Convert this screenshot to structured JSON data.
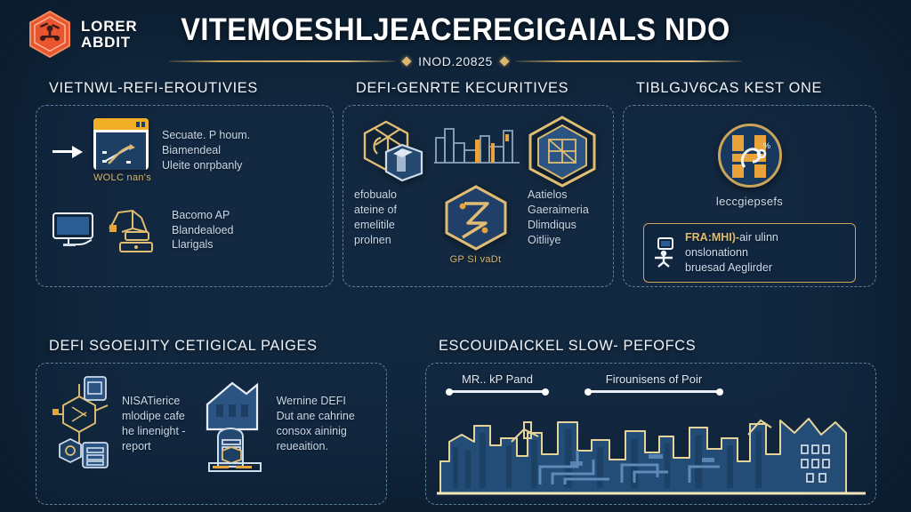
{
  "brand": {
    "line1": "LORER",
    "line2": "ABDIT",
    "logo_icon": "hexagon-logo-icon",
    "accent": "#e8552f"
  },
  "header": {
    "title": "VITEMOESHLJEACEREGIGAIALS NDO",
    "subtitle": "INOD.20825",
    "rule_color": "#c9a45a"
  },
  "theme": {
    "bg": "#12283f",
    "panel_border": "#5d7f9e",
    "gold": "#c9a45a",
    "text": "#dfe8f2"
  },
  "panels": [
    {
      "id": "panel-one",
      "title": "VIETNWL-REFI-EROUTIVIES",
      "items": [
        {
          "icon": "arrow-right-icon",
          "figure": "browser-chart-icon",
          "caption": "WOLC nan's",
          "text": "Secuate. P houm.\nBiamendeal\nUleite onrpbanly"
        },
        {
          "icon": "monitor-icon",
          "figure": "robot-arm-icon",
          "caption": "",
          "text": "Bacomo AP\nBlandealoed\nLlarigals"
        }
      ]
    },
    {
      "id": "panel-two",
      "title": "DEFI-GENRTE KECURITIVES",
      "figures": [
        "hexagon-crane-icon",
        "factory-skyline-icon",
        "hexagon-cube-icon",
        "hexagon-bolt-icon"
      ],
      "left_text": "efobualo\nateine of\nemelitile\nprolnen",
      "center_caption": "GP SI vaDt",
      "right_text": "Aatielos\nGaeraimeria\nDlimdiqus\nOitliiye"
    },
    {
      "id": "panel-three",
      "title": "TIBLGJV6CAS KEST ONE",
      "badge_icon": "h-percent-badge-icon",
      "badge_caption": "leccgiepsefs",
      "callout": {
        "icon": "person-monitor-icon",
        "highlight": "FRA:MHI)-",
        "text": "air ulinn\nonslonationn\nbruesad Aeglirder"
      }
    },
    {
      "id": "panel-four",
      "title": "DEFI SGOEIJITY CETIGICAL PAIGES",
      "items": [
        {
          "figure": "blockchain-network-icon",
          "text": "NISATierice\nmlodipe cafe\nhe linenight -\nreport"
        },
        {
          "figure": "bank-building-icon",
          "text": "Wernine DEFI\nDut ane cahrine\nconsox aininig\nreueaition."
        }
      ]
    },
    {
      "id": "panel-five",
      "title": "ESCOUIDAICKEL SLOW- PEFOFCS",
      "markers": [
        "MR.. kP Pand",
        "Firounisens of Poir"
      ],
      "figure": "city-circuit-skyline-icon"
    }
  ]
}
